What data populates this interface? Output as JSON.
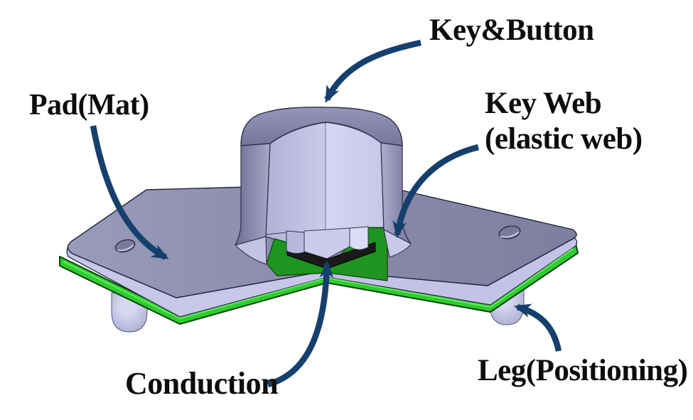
{
  "figure": {
    "kind": "annotated-3d-cutaway-diagram",
    "labels": {
      "key_button": "Key&Button",
      "pad_mat": "Pad(Mat)",
      "key_web_line1": "Key Web",
      "key_web_line2": "(elastic web)",
      "conduction": "Conduction",
      "leg_positioning": "Leg(Positioning)"
    },
    "colors": {
      "background": "#ffffff",
      "label_text": "#0d0d0d",
      "arrow_navy": "#15406d",
      "rubber_top_gray": "#8a8aac",
      "rubber_light_lavender": "#c7c7ea",
      "pcb_green": "#2ecc2e",
      "pcb_section_dark_green": "#1f9420",
      "conduction_black": "#1a1a1a"
    }
  }
}
